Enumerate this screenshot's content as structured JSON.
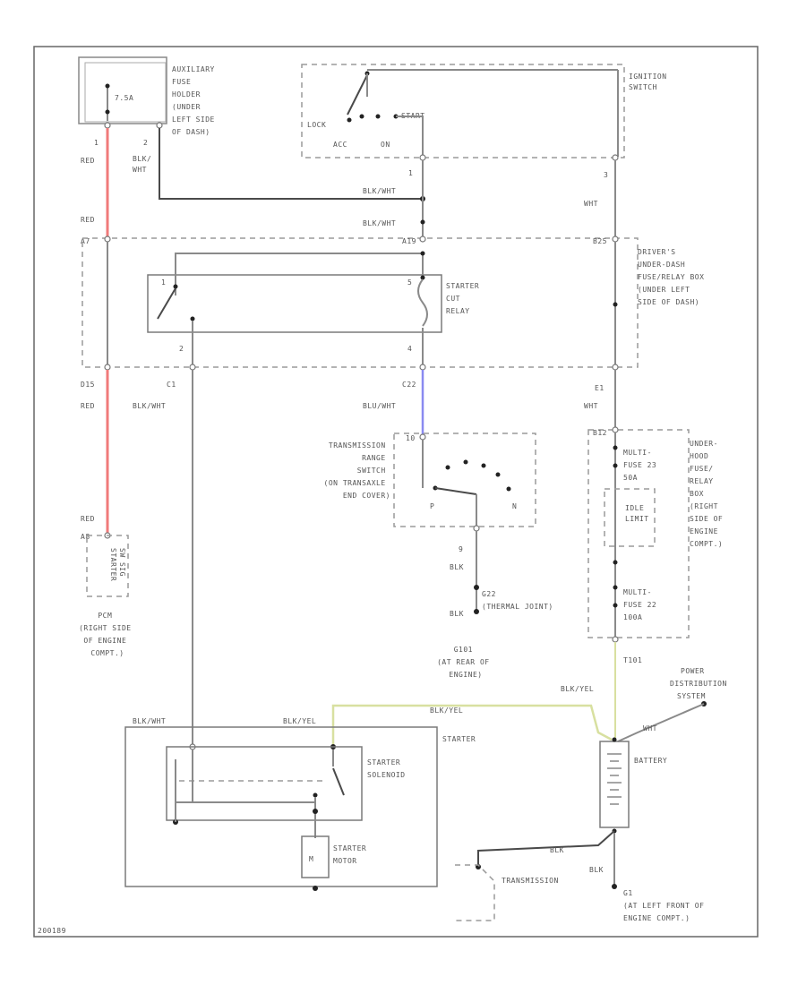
{
  "colors": {
    "red": "#f07a7a",
    "blue": "#8a8af0",
    "yellow": "#d8e0a0",
    "wire": "#8a8a8a"
  },
  "labels": {
    "aux_fuse": [
      "AUXILIARY",
      "FUSE",
      "HOLDER",
      "(UNDER",
      "LEFT SIDE",
      "OF DASH)"
    ],
    "fuse_7_5a": "7.5A",
    "ign_switch": [
      "IGNITION",
      "SWITCH"
    ],
    "lock": "LOCK",
    "acc": "ACC",
    "on": "ON",
    "start": "START",
    "pin1_left": "1",
    "pin2_left": "2",
    "red": "RED",
    "blk_wht_short": [
      "BLK/",
      "WHT"
    ],
    "blk_wht": "BLK/WHT",
    "pin1_ign": "1",
    "pin3_ign": "3",
    "wht": "WHT",
    "pin_a7": "A7",
    "pin_a19": "A19",
    "pin_b25": "B25",
    "drivers_box": [
      "DRIVER'S",
      "UNDER-DASH",
      "FUSE/RELAY BOX",
      "(UNDER LEFT",
      "SIDE OF DASH)"
    ],
    "starter_cut": [
      "STARTER",
      "CUT",
      "RELAY"
    ],
    "relay_pin1": "1",
    "relay_pin5": "5",
    "relay_pin2": "2",
    "relay_pin4": "4",
    "pin_d15": "D15",
    "pin_c1": "C1",
    "pin_c22": "C22",
    "pin_e1": "E1",
    "blk_wht_c1": "BLK/WHT",
    "blu_wht": "BLU/WHT",
    "trans_range": [
      "TRANSMISSION",
      "RANGE",
      "SWITCH",
      "(ON TRANSAXLE",
      "END COVER)"
    ],
    "trans_pin_p": "P",
    "trans_pin_n": "N",
    "trans_pin_9": "9",
    "trans_pin_10": "10",
    "blk": "BLK",
    "g22": "G22",
    "thermal": "(THERMAL JOINT)",
    "g101": [
      "G101",
      "(AT REAR OF",
      "ENGINE)"
    ],
    "pin_a8": "A8",
    "pcm_label": [
      "PCM",
      "(RIGHT SIDE",
      "OF ENGINE",
      "COMPT.)"
    ],
    "pcm_box": [
      "STARTER",
      "SW SIG"
    ],
    "underhood": [
      "UNDER-",
      "HOOD",
      "FUSE/",
      "RELAY",
      "BOX",
      "(RIGHT",
      "SIDE OF",
      "ENGINE",
      "COMPT.)"
    ],
    "pin_b12": "B12",
    "multi_fuse_23": [
      "MULTI-",
      "FUSE 23",
      "50A"
    ],
    "idle_limit": [
      "IDLE",
      "LIMIT"
    ],
    "multi_fuse_22": [
      "MULTI-",
      "FUSE 22",
      "100A"
    ],
    "pin_t101": "T101",
    "blk_yel": "BLK/YEL",
    "power_dist": [
      "POWER",
      "DISTRIBUTION",
      "SYSTEM"
    ],
    "starter": "STARTER",
    "starter_solenoid": [
      "STARTER",
      "SOLENOID"
    ],
    "starter_motor": [
      "STARTER",
      "MOTOR"
    ],
    "battery": "BATTERY",
    "transmission": "TRANSMISSION",
    "g1": [
      "G1",
      "(AT LEFT FRONT OF",
      "ENGINE COMPT.)"
    ],
    "footer_code": "200189"
  }
}
